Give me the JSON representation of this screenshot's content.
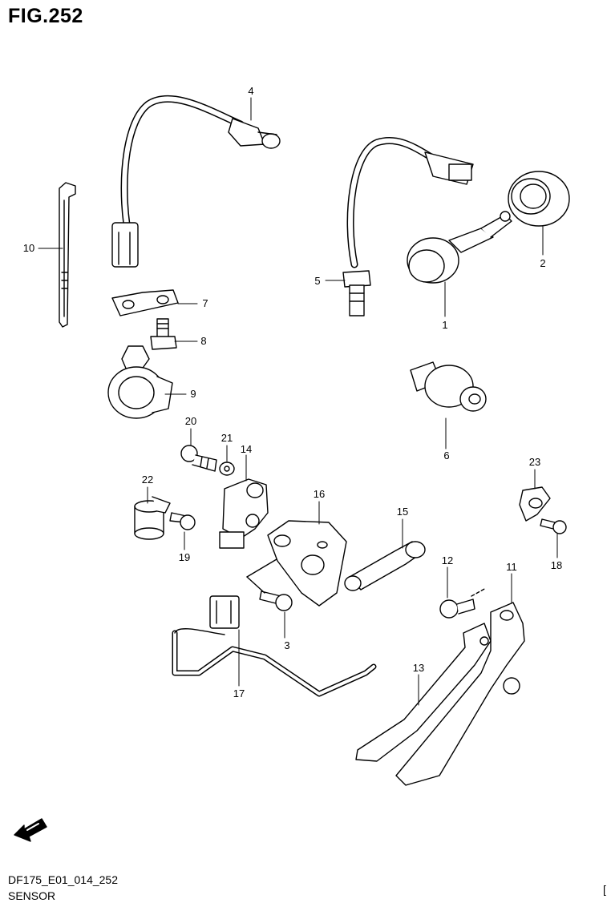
{
  "title": "FIG.252",
  "footer": {
    "code": "DF175_E01_014_252",
    "name": "SENSOR",
    "corner": "["
  },
  "callouts": [
    "1",
    "2",
    "3",
    "4",
    "5",
    "6",
    "7",
    "8",
    "9",
    "10",
    "11",
    "12",
    "13",
    "14",
    "15",
    "16",
    "17",
    "18",
    "19",
    "20",
    "21",
    "22",
    "23"
  ],
  "icons": {
    "fwd_arrow": "forward-direction-arrow-icon"
  }
}
